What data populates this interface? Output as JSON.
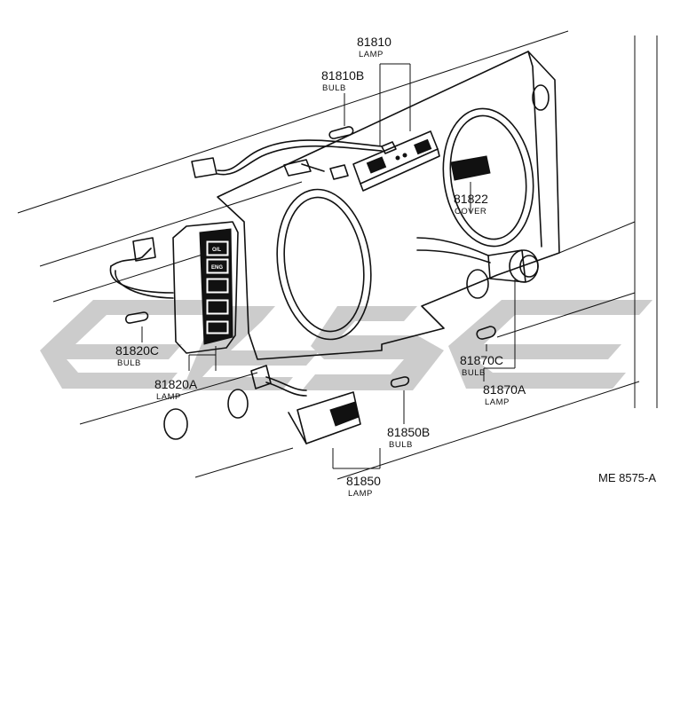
{
  "parts": [
    {
      "id": "81810",
      "desc": "LAMP"
    },
    {
      "id": "81810B",
      "desc": "BULB"
    },
    {
      "id": "81822",
      "desc": "COVER"
    },
    {
      "id": "81820C",
      "desc": "BULB"
    },
    {
      "id": "81820A",
      "desc": "LAMP"
    },
    {
      "id": "81870C",
      "desc": "BULB"
    },
    {
      "id": "81870A",
      "desc": "LAMP"
    },
    {
      "id": "81850B",
      "desc": "BULB"
    },
    {
      "id": "81850",
      "desc": "LAMP"
    }
  ],
  "diagram_ref": "ME 8575-A",
  "switch_buttons": [
    "O/L",
    "ENG",
    "",
    "",
    ""
  ],
  "watermark_color": "#cccccc"
}
